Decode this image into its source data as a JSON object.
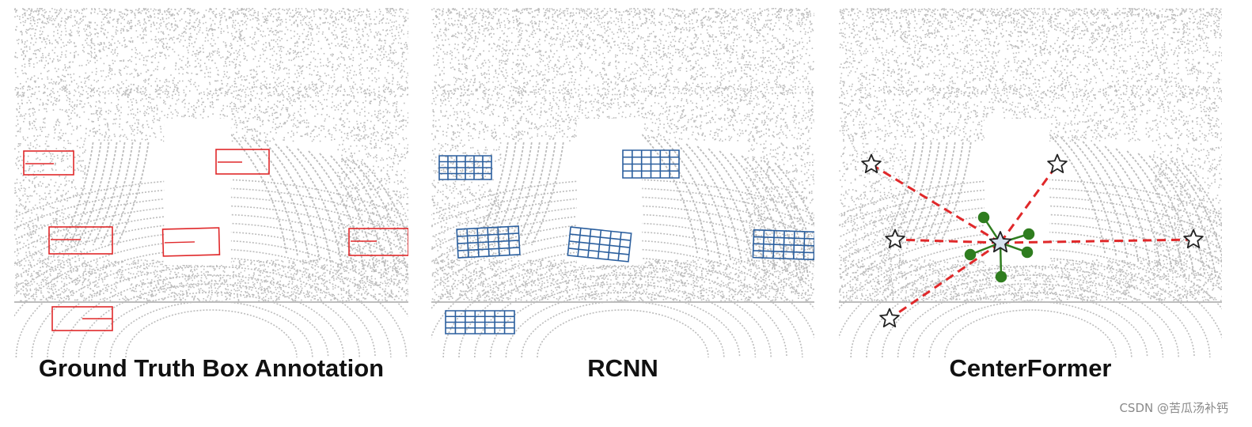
{
  "figure": {
    "panels": [
      {
        "id": "gt",
        "caption": "Ground Truth Box Annotation"
      },
      {
        "id": "rcnn",
        "caption": "RCNN"
      },
      {
        "id": "cf",
        "caption": "CenterFormer"
      }
    ],
    "watermark": "CSDN @苦瓜汤补钙"
  },
  "colors": {
    "point_cloud": "#bcbcbc",
    "gt_box": "#e0282a",
    "rcnn_grid": "#2b5f9e",
    "attention_line": "#e0282a",
    "center_star_fill": "#d6e2ef",
    "star_stroke": "#222222",
    "offset_point": "#2f7d1f"
  },
  "icons": {
    "object_center": "star-icon",
    "sampled_point": "dot-icon"
  }
}
